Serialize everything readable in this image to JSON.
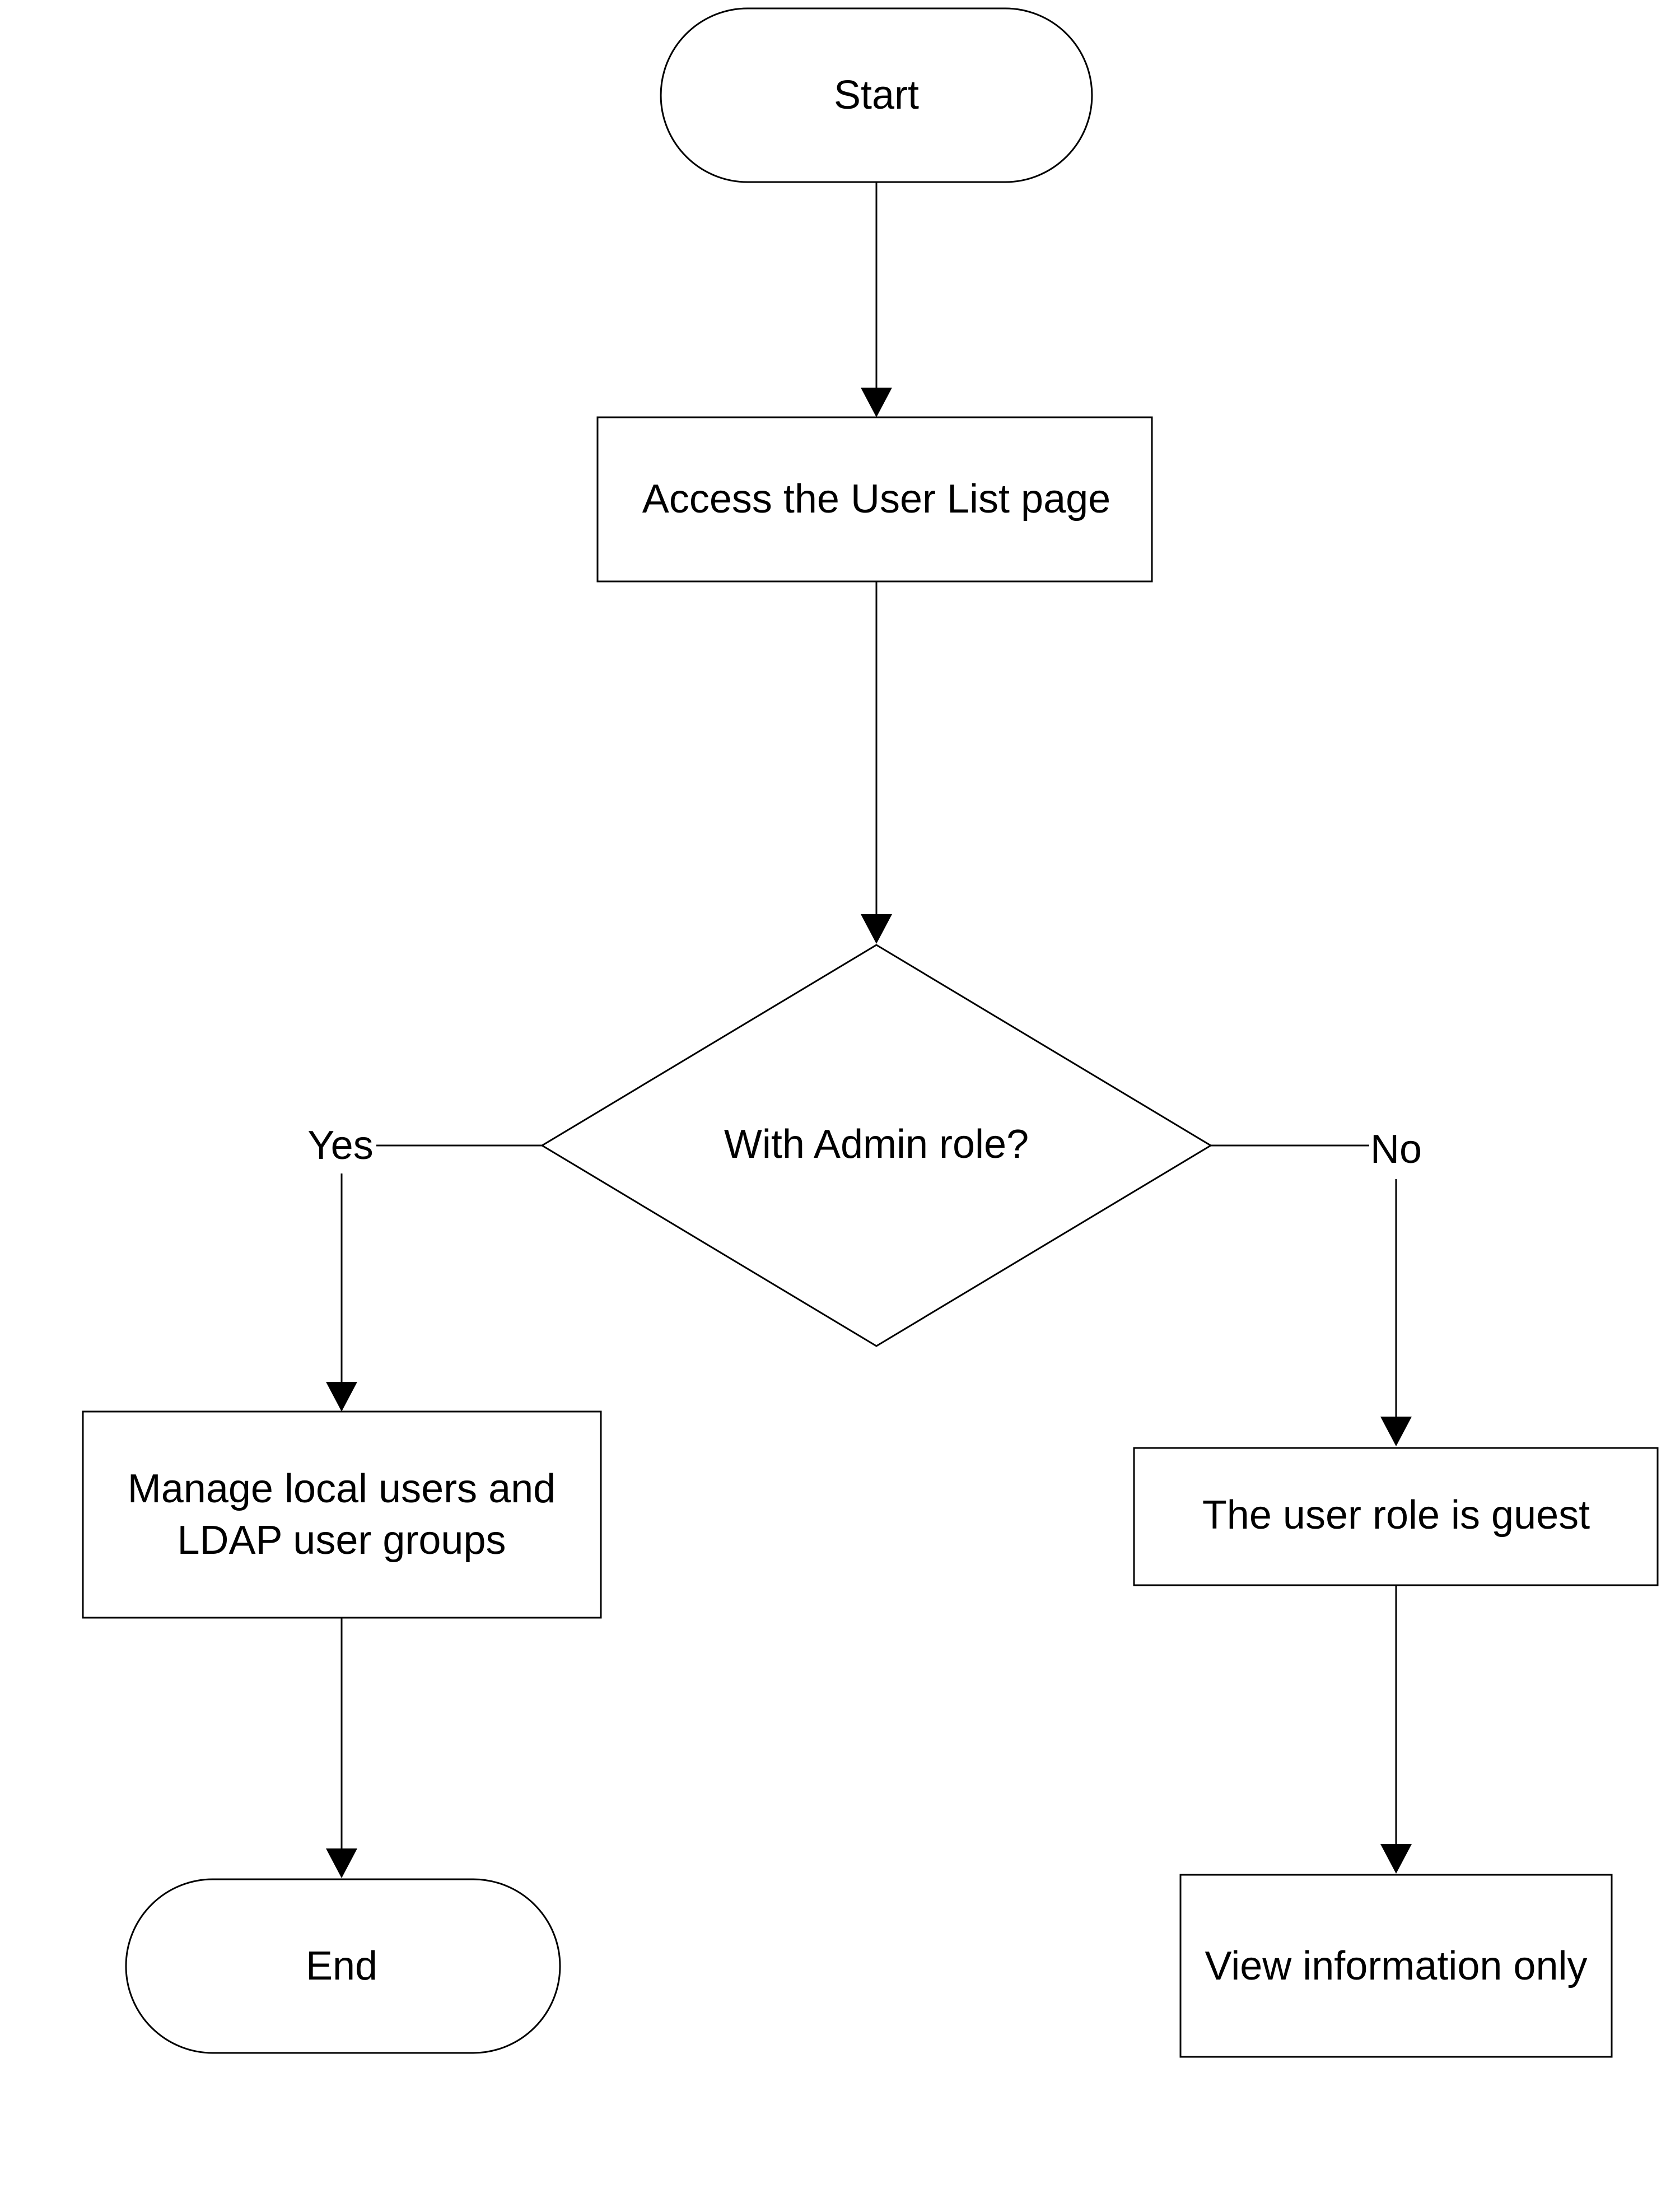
{
  "nodes": {
    "start": {
      "label": "Start",
      "shape": "terminator"
    },
    "access": {
      "label": "Access the User List page",
      "shape": "process"
    },
    "decision": {
      "label": "With Admin role?",
      "shape": "decision"
    },
    "manage": {
      "lines": [
        "Manage local users and",
        "LDAP user groups"
      ],
      "shape": "process"
    },
    "guest": {
      "label": "The user role is guest",
      "shape": "process"
    },
    "end": {
      "label": "End",
      "shape": "terminator"
    },
    "view": {
      "label": "View information only",
      "shape": "process"
    }
  },
  "edges": {
    "yes_label": "Yes",
    "no_label": "No"
  },
  "colors": {
    "line": "#000000",
    "fill": "#ffffff",
    "text": "#000000"
  }
}
